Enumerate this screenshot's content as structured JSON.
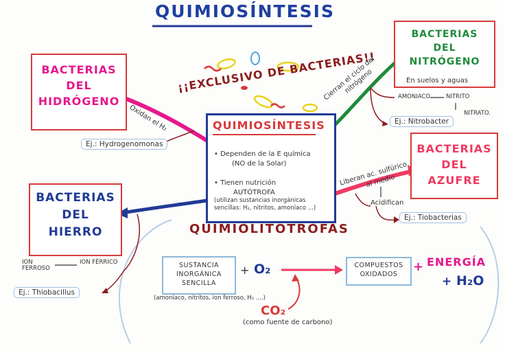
{
  "title": "QUIMIOSÍNTESIS",
  "center": {
    "heading": "QUIMIOSÍNTESIS",
    "bullet1_l1": "Dependen de la E química",
    "bullet1_l2": "(NO de la Solar)",
    "bullet2_l1": "Tienen nutrición",
    "bullet2_l2": "AUTÓTROFA",
    "bullet2_l3": "(utilizan sustancias inorgánicas",
    "bullet2_l4": "sencillas: H₂, nitritos, amoníaco ...)"
  },
  "exclusive_label": "¡¡EXCLUSIVO DE BACTERIAS!!",
  "subtitle": "QUIMIOLITOTROFAS",
  "hydrogen": {
    "line1": "BACTERIAS",
    "line2": "DEL",
    "line3": "HIDRÓGENO",
    "arrow_label": "Oxidan el H₂",
    "example": "Ej.: Hydrogenomonas"
  },
  "iron": {
    "line1": "BACTERIAS",
    "line2": "DEL",
    "line3": "HIERRO",
    "from": "ION FERROSO",
    "to": "ION FÉRRICO",
    "example": "Ej.: Thiobacillus"
  },
  "nitrogen": {
    "line1": "BACTERIAS",
    "line2": "DEL",
    "line3": "NITRÓGENO",
    "arrow_label_1": "Cierran el ciclo del",
    "arrow_label_2": "nitrógeno",
    "habitat": "En suelos y aguas",
    "step1": "AMONIACO",
    "step2": "NITRITO",
    "step3": "NITRATO.",
    "example": "Ej.: Nitrobacter"
  },
  "sulfur": {
    "line1": "BACTERIAS",
    "line2": "DEL",
    "line3": "AZUFRE",
    "arrow_label_1": "Liberan ac. sulfúrico",
    "arrow_label_2": "al medio",
    "effect": "Acidifican",
    "example": "Ej.: Tiobacterias"
  },
  "equation": {
    "reactant_1": "SUSTANCIA",
    "reactant_2": "INORGÁNICA",
    "reactant_3": "SENCILLA",
    "reactant_note": "(amoníaco, nitritos, ion ferroso, H₂ ....)",
    "plus_1": "+",
    "o2": "O₂",
    "product_1": "COMPUESTOS",
    "product_2": "OXIDADOS",
    "plus_2": "+",
    "energy": "ENERGÍA",
    "plus_3": "+",
    "water": "H₂O",
    "co2": "CO₂",
    "co2_note": "(como fuente de carbono)"
  },
  "colors": {
    "blue": "#213a95",
    "red": "#d8393a",
    "magenta": "#e6188c",
    "green": "#1f8a3b",
    "pink": "#ef3a63",
    "maroon": "#8b1d1d"
  }
}
